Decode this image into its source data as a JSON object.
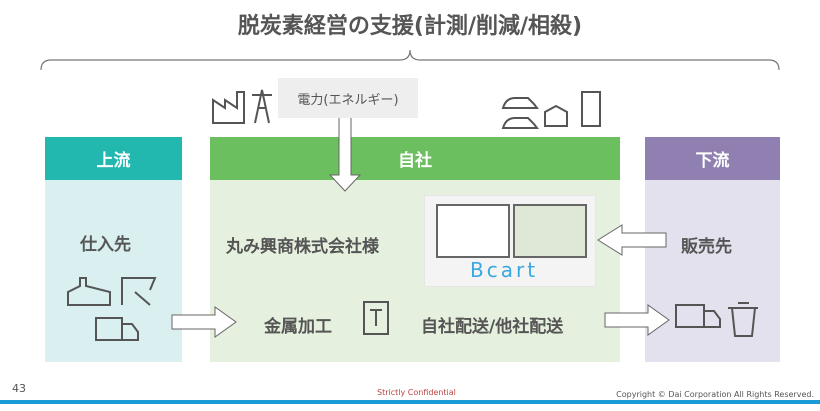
{
  "title": "脱炭素経営の支援(計測/削減/相殺)",
  "power_label": "電力(エネルギー)",
  "columns": {
    "upstream": {
      "header": "上流",
      "label": "仕入先"
    },
    "self": {
      "header": "自社",
      "company": "丸み興商株式会社様",
      "process": "金属加工",
      "delivery": "自社配送/他社配送"
    },
    "downstream": {
      "header": "下流",
      "label": "販売先"
    }
  },
  "bcart_logo": "Bcart",
  "footer": {
    "page": "43",
    "confidential": "Strictly Confidential",
    "copyright": "Copyright © Dai Corporation All Rights Reserved."
  },
  "colors": {
    "upstream": "#22b8b0",
    "self": "#6cbf5f",
    "downstream": "#8f80b1",
    "accent": "#1a9ad6"
  }
}
